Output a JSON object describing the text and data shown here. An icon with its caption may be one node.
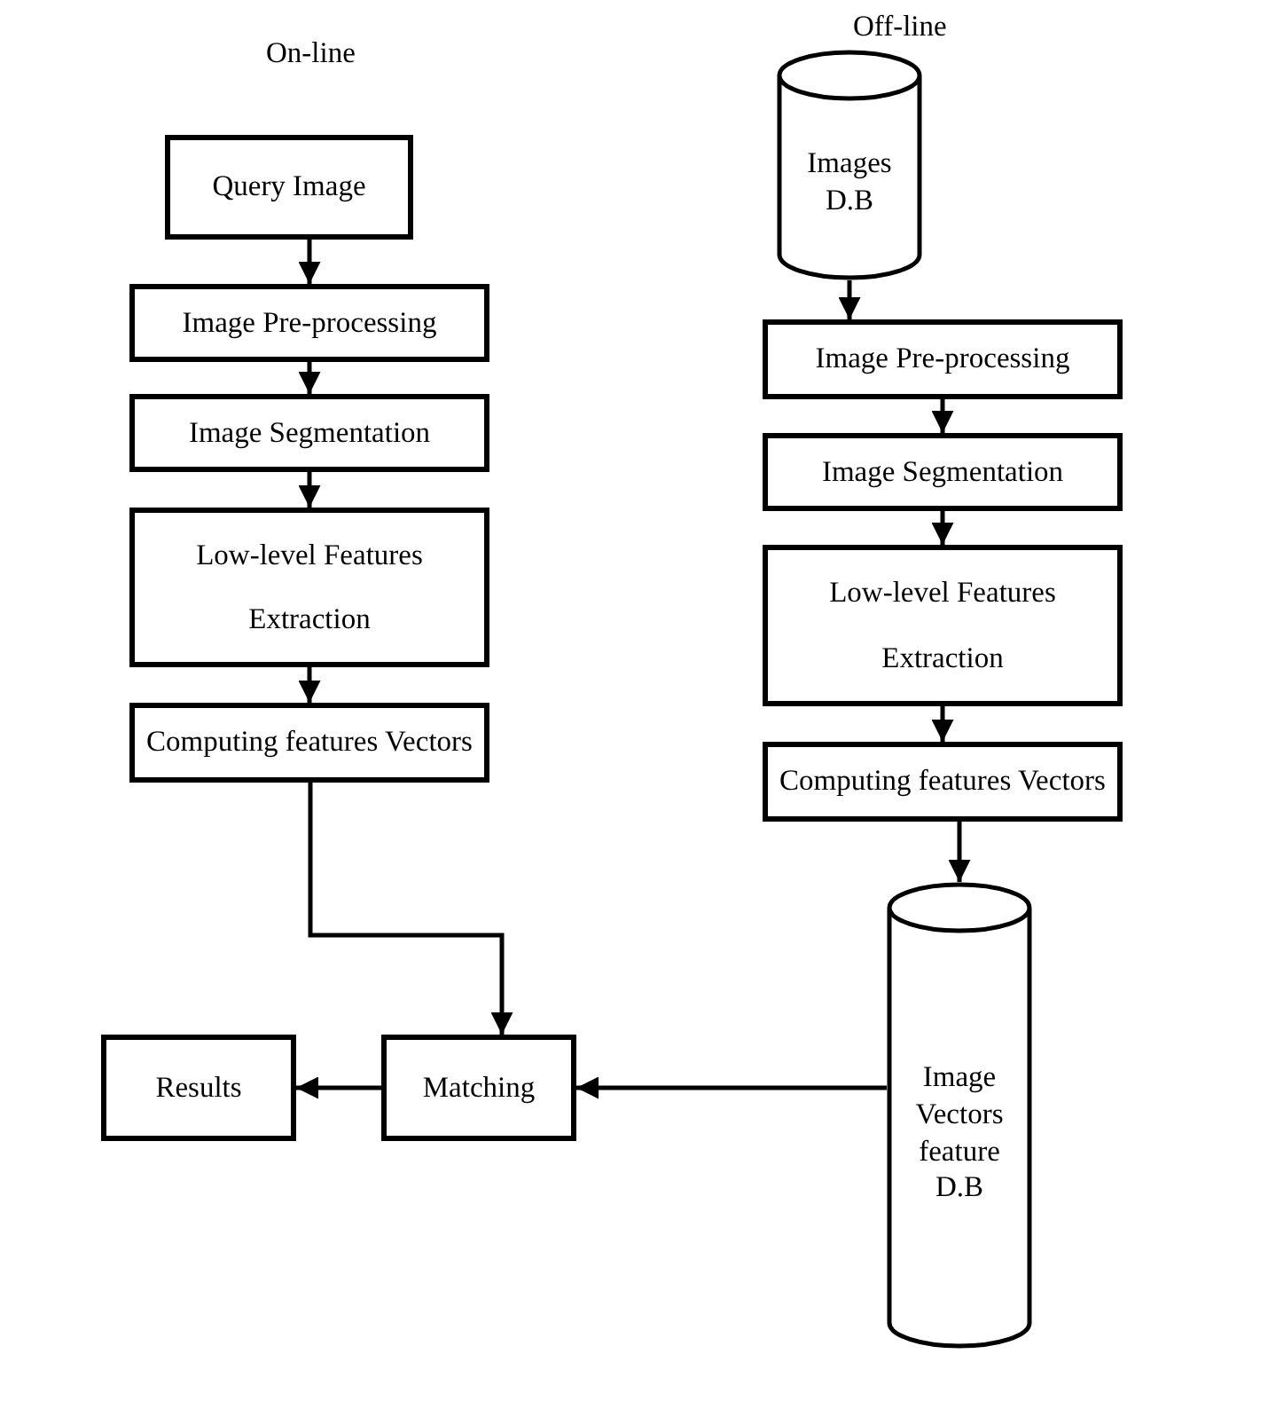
{
  "diagram": {
    "nodes": [
      {
        "text": [
          "Query Image"
        ]
      },
      {
        "text": [
          "Image Pre-processing"
        ]
      },
      {
        "text": [
          "Image Segmentation"
        ]
      },
      {
        "text": [
          "Low-level Features Extraction"
        ]
      },
      {
        "text": [
          "Computing features Vectors"
        ]
      },
      {
        "text": [
          "Images D.B"
        ]
      },
      {
        "text": [
          "Image Pre-processing"
        ]
      },
      {
        "text": [
          "Image Segmentation"
        ]
      },
      {
        "text": [
          "Low-level Features Extraction"
        ]
      },
      {
        "text": [
          "Computing features Vectors"
        ]
      },
      {
        "text": [
          "Image Vectors feature D.B"
        ]
      },
      {
        "text": [
          "Matching"
        ]
      },
      {
        "text": [
          "Results"
        ]
      }
    ],
    "edges": [
      {
        "from": 0,
        "to": 1,
        "arrow": "to"
      },
      {
        "from": 1,
        "to": 2,
        "arrow": "to"
      },
      {
        "from": 2,
        "to": 3,
        "arrow": "to"
      },
      {
        "from": 3,
        "to": 4,
        "arrow": "to"
      },
      {
        "from": 4,
        "to": 11,
        "arrow": "to"
      },
      {
        "from": 5,
        "to": 6,
        "arrow": "to"
      },
      {
        "from": 6,
        "to": 7,
        "arrow": "to"
      },
      {
        "from": 7,
        "to": 8,
        "arrow": "to"
      },
      {
        "from": 8,
        "to": 9,
        "arrow": "to"
      },
      {
        "from": 9,
        "to": 10,
        "arrow": "to"
      },
      {
        "from": 10,
        "to": 11,
        "arrow": "to"
      },
      {
        "from": 11,
        "to": 12,
        "arrow": "to"
      }
    ],
    "labels": [
      "On-line",
      "Off-line"
    ]
  }
}
